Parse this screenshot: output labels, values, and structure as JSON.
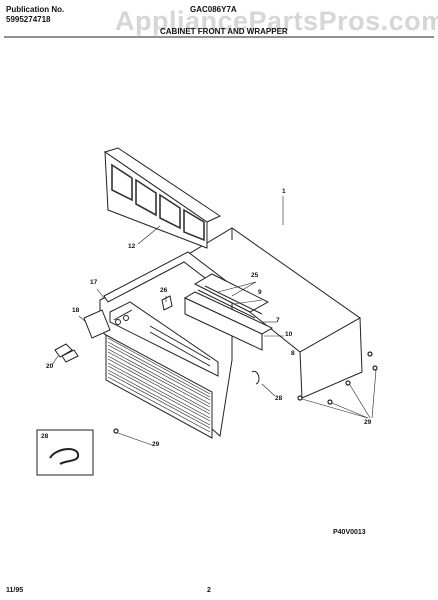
{
  "header": {
    "publication_label": "Publication No.",
    "publication_number": "5995274718",
    "model": "GAC086Y7A",
    "section_title": "CABINET FRONT AND WRAPPER"
  },
  "watermark": "AppliancePartsPros.com",
  "callouts": {
    "c1": "1",
    "c12": "12",
    "c17": "17",
    "c18": "18",
    "c20": "20",
    "c25": "25",
    "c26": "26",
    "c9": "9",
    "c7": "7",
    "c10": "10",
    "c8": "8",
    "c28": "28",
    "c29a": "29",
    "c29b": "29",
    "c28box": "28"
  },
  "diagram_code": "P40V0013",
  "footer": {
    "date": "11/95",
    "page": "2"
  }
}
